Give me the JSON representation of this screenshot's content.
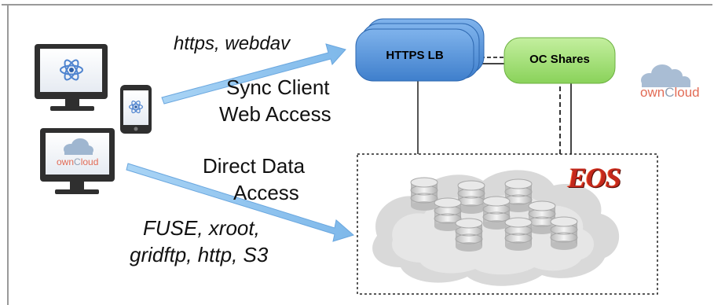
{
  "labels": {
    "https_webdav": "https, webdav",
    "sync_client": "Sync Client",
    "web_access": "Web Access",
    "direct_data": "Direct Data",
    "access": "Access",
    "fuse": "FUSE, xroot,",
    "gridftp": "gridftp, http, S3"
  },
  "nodes": {
    "https_lb": "HTTPS LB",
    "oc_shares": "OC Shares",
    "eos": "EOS"
  },
  "branding": {
    "owncloud_own": "own",
    "owncloud_c": "C",
    "owncloud_loud": "loud",
    "small_own": "own",
    "small_c": "C",
    "small_loud": "loud"
  },
  "colors": {
    "arrow_blue": "#8ec3ee",
    "lb_blue": "#4f90d8",
    "shares_green": "#a6e07a",
    "cloud_gray": "#d7d7d7",
    "eos_red": "#c4281c",
    "device_dark": "#3a3a3a"
  },
  "icons": [
    "desktop-icon",
    "phone-icon",
    "owncloud-desktop-icon",
    "atom-icon",
    "storage-cloud-icon"
  ]
}
